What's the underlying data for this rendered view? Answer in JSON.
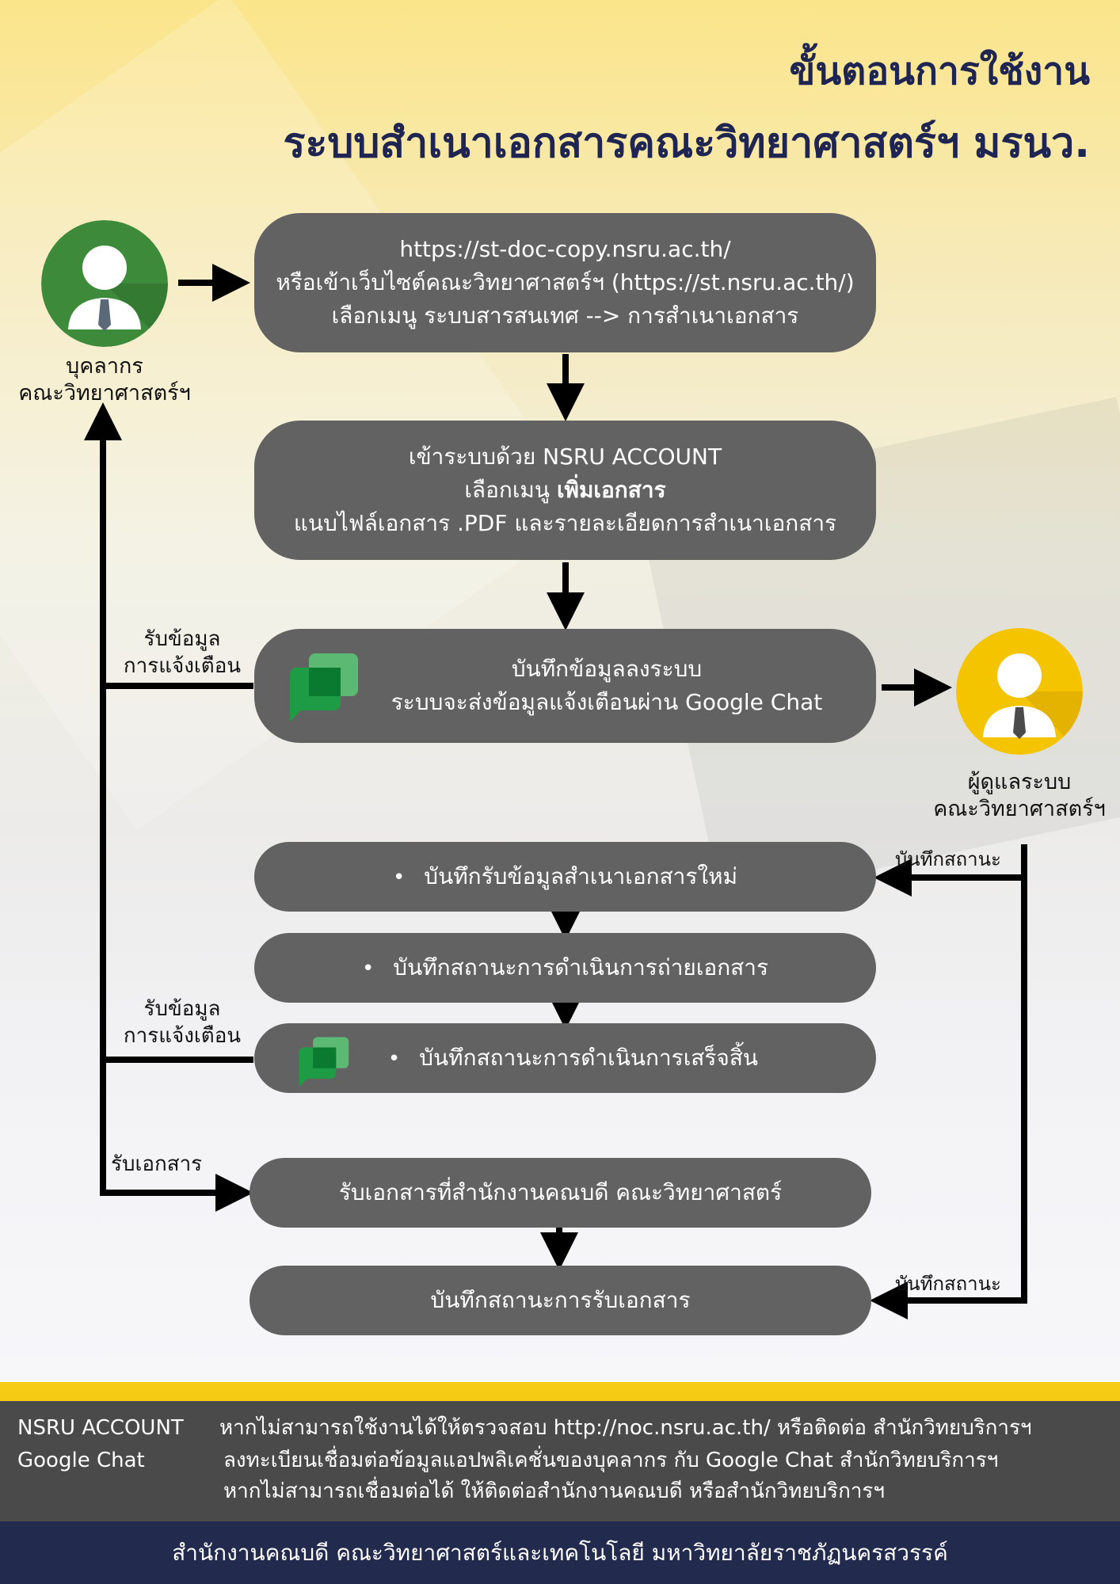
{
  "header": {
    "title_line1": "ขั้นตอนการใช้งาน",
    "title_line2": "ระบบสำเนาเอกสารคณะวิทยาศาสตร์ฯ มรนว."
  },
  "actors": {
    "staff": {
      "line1": "บุคลากร",
      "line2": "คณะวิทยาศาสตร์ฯ",
      "color": "#3d8b3a"
    },
    "admin": {
      "line1": "ผู้ดูแลระบบ",
      "line2": "คณะวิทยาศาสตร์ฯ",
      "color": "#f5c400"
    }
  },
  "steps": {
    "s1": {
      "line1": "https://st-doc-copy.nsru.ac.th/",
      "line2": "หรือเข้าเว็บไซต์คณะวิทยาศาสตร์ฯ (https://st.nsru.ac.th/)",
      "line3": "เลือกเมนู ระบบสารสนเทศ --> การสำเนาเอกสาร"
    },
    "s2": {
      "line1": "เข้าระบบด้วย NSRU ACCOUNT",
      "line2_prefix": "เลือกเมนู ",
      "line2_bold": "เพิ่มเอกสาร",
      "line3": "แนบไฟล์เอกสาร .PDF และรายละเอียดการสำเนาเอกสาร"
    },
    "s3": {
      "line1": "บันทึกข้อมูลลงระบบ",
      "line2": "ระบบจะส่งข้อมูลแจ้งเตือนผ่าน Google Chat"
    },
    "s4": "บันทึกรับข้อมูลสำเนาเอกสารใหม่",
    "s5": "บันทึกสถานะการดำเนินการถ่ายเอกสาร",
    "s6": "บันทึกสถานะการดำเนินการเสร็จสิ้น",
    "s7": "รับเอกสารที่สำนักงานคณบดี คณะวิทยาศาสตร์",
    "s8": "บันทึกสถานะการรับเอกสาร"
  },
  "labels": {
    "notify_a_line1": "รับข้อมูล",
    "notify_a_line2": "การแจ้งเตือน",
    "notify_b_line1": "รับข้อมูล",
    "notify_b_line2": "การแจ้งเตือน",
    "receive_docs": "รับเอกสาร",
    "record_status_a": "บันทึกสถานะ",
    "record_status_b": "บันทึกสถานะ"
  },
  "info": {
    "row1_key": "NSRU ACCOUNT",
    "row1_text": "หากไม่สามารถใช้งานได้ให้ตรวจสอบ  http://noc.nsru.ac.th/ หรือติดต่อ สำนักวิทยบริการฯ",
    "row2_key": "Google Chat",
    "row2_text": "ลงทะเบียนเชื่อมต่อข้อมูลแอปพลิเคชั่นของบุคลากร กับ Google Chat สำนักวิทยบริการฯ",
    "row3_text": "หากไม่สามารถเชื่อมต่อได้ ให้ติดต่อสำนักงานคณบดี หรือสำนักวิทยบริการฯ"
  },
  "footer": {
    "text": "สำนักงานคณบดี คณะวิทยาศาสตร์และเทคโนโลยี มหาวิทยาลัยราชภัฏนครสวรรค์"
  },
  "icons": {
    "person": "person-avatar-icon",
    "chat": "google-chat-icon"
  },
  "colors": {
    "title": "#1e2552",
    "box": "#626262",
    "accent_yellow": "#f6cb14",
    "info_bg": "#4a4a4a",
    "footer_bg": "#222a4e"
  }
}
